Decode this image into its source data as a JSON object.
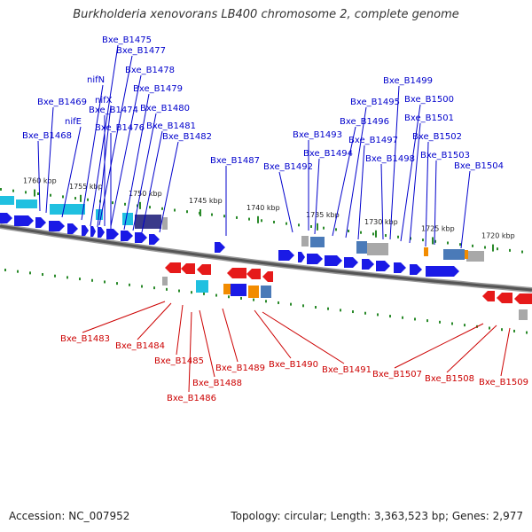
{
  "title": "Burkholderia xenovorans LB400 chromosome 2, complete genome",
  "footer": {
    "accession": "Accession: NC_007952",
    "summary": "Topology: circular; Length: 3,363,523 bp; Genes: 2,977"
  },
  "colors": {
    "forward_gene": "#1a1ae6",
    "reverse_gene": "#e61a1a",
    "forward_label": "#0000cc",
    "reverse_label": "#cc0000",
    "tick": "#2a8a2a",
    "backbone": "#555555",
    "cyan_feature": "#20c0e0",
    "purple_feature": "#3a3a8a",
    "orange_feature": "#f28c00",
    "gray_feature": "#a8a8a8",
    "steel_feature": "#4a7ab8"
  },
  "kbp_ticks": [
    "1760 kbp",
    "1755 kbp",
    "1750 kbp",
    "1745 kbp",
    "1740 kbp",
    "1735 kbp",
    "1730 kbp",
    "1725 kbp",
    "1720 kbp"
  ],
  "forward_labels": [
    "Bxe_B1475",
    "Bxe_B1477",
    "Bxe_B1478",
    "nifN",
    "Bxe_B1479",
    "Bxe_B1469",
    "nifX",
    "Bxe_B1474",
    "Bxe_B1480",
    "nifE",
    "Bxe_B1476",
    "Bxe_B1481",
    "Bxe_B1468",
    "Bxe_B1482",
    "Bxe_B1487",
    "Bxe_B1499",
    "Bxe_B1500",
    "Bxe_B1495",
    "Bxe_B1501",
    "Bxe_B1496",
    "Bxe_B1493",
    "Bxe_B1502",
    "Bxe_B1497",
    "Bxe_B1494",
    "Bxe_B1503",
    "Bxe_B1498",
    "Bxe_B1492",
    "Bxe_B1504"
  ],
  "reverse_labels": [
    "Bxe_B1483",
    "Bxe_B1484",
    "Bxe_B1485",
    "Bxe_B1489",
    "Bxe_B1490",
    "Bxe_B1491",
    "Bxe_B1507",
    "Bxe_B1508",
    "Bxe_B1509",
    "Bxe_B1488",
    "Bxe_B1486"
  ]
}
